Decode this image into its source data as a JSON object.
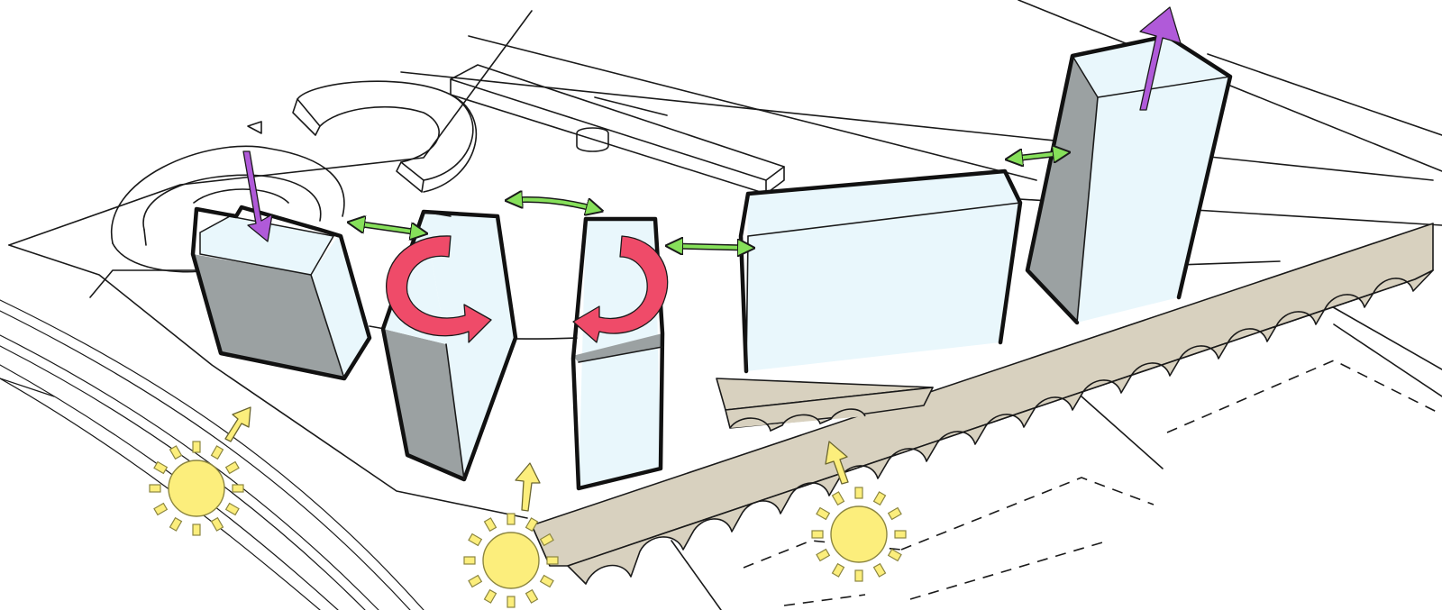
{
  "palette": {
    "background": "#ffffff",
    "ink": "#1a1a1a",
    "facade_light": "#e9f7fc",
    "facade_shadow": "#9ba1a2",
    "viaduct": "#d8d1bf",
    "sun": "#fcee7c",
    "sun_outline": "#8c8640",
    "sun_arrow": "#fcee7c",
    "view_arrow": "#86e05a",
    "rotation_arrow": "#ef4b69",
    "height_arrow": "#b05ad9"
  },
  "blocks": [
    {
      "id": "block-1",
      "height_arrow": "down"
    },
    {
      "id": "block-2",
      "rotation": "counterclockwise"
    },
    {
      "id": "block-3",
      "rotation": "clockwise"
    },
    {
      "id": "block-4"
    },
    {
      "id": "tower-5",
      "height_arrow": "up"
    }
  ],
  "icons": [
    "sun-icon",
    "sun-arrow-icon",
    "view-arrow-icon",
    "rotation-arrow-icon",
    "height-arrow-icon"
  ]
}
